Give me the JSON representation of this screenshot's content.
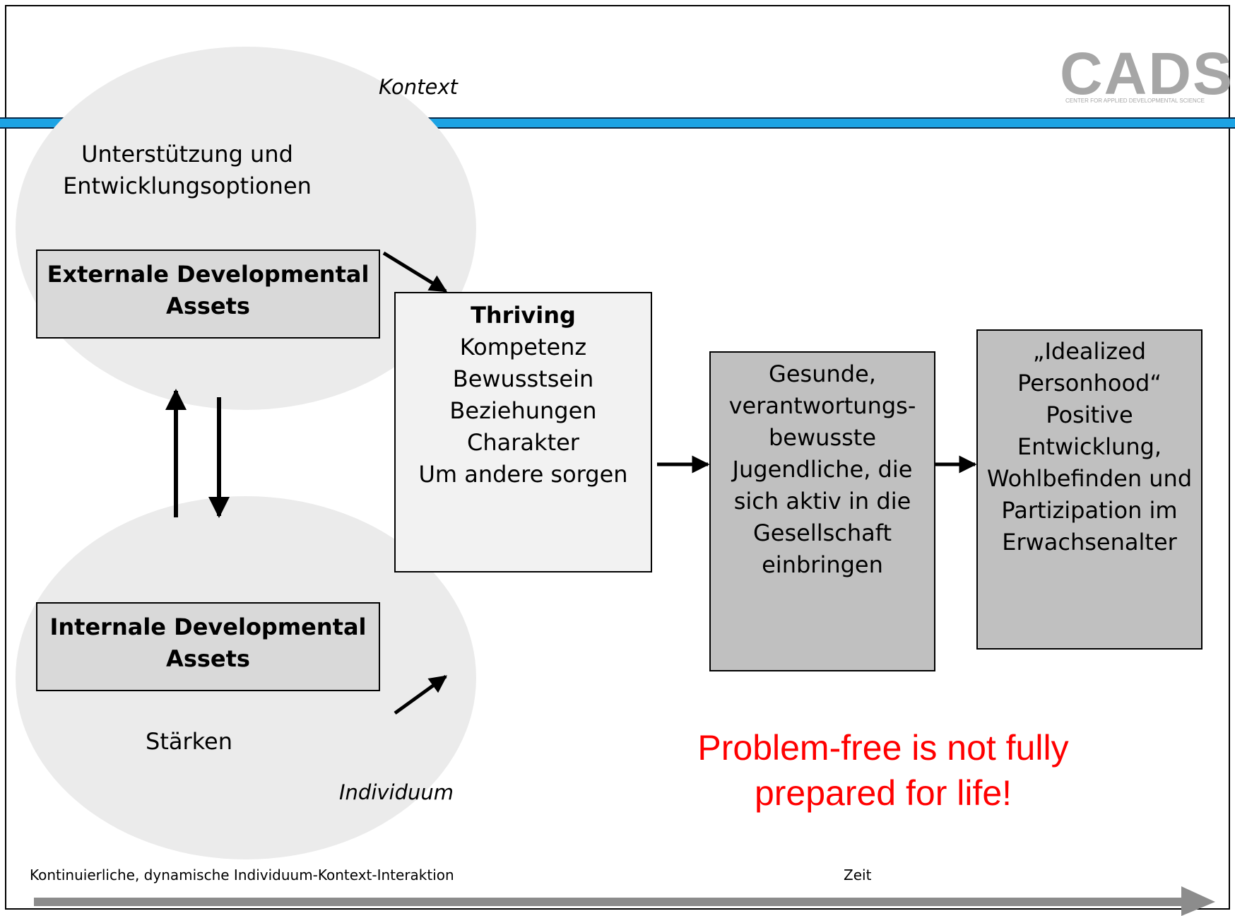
{
  "logo": {
    "text": "CADS",
    "subtitle": "CENTER FOR APPLIED DEVELOPMENTAL SCIENCE"
  },
  "labels": {
    "kontext": "Kontext",
    "unterstuetzung_line1": "Unterstützung und",
    "unterstuetzung_line2": "Entwicklungsoptionen",
    "individuum": "Individuum",
    "staerken": "Stärken"
  },
  "boxes": {
    "external": {
      "line1": "Externale Developmental",
      "line2": "Assets"
    },
    "internal": {
      "line1": "Internale Developmental",
      "line2": "Assets"
    },
    "thriving": {
      "title": "Thriving",
      "items": [
        "Kompetenz",
        "Bewusstsein",
        "Beziehungen",
        "Charakter",
        "Um andere sorgen"
      ]
    },
    "youth": {
      "lines": [
        "Gesunde,",
        "verantwortungs-",
        "bewusste",
        "Jugendliche, die",
        "sich aktiv in die",
        "Gesellschaft",
        "einbringen"
      ]
    },
    "idealized": {
      "lines": [
        "„Idealized",
        "Personhood“",
        "Positive",
        "Entwicklung,",
        "Wohlbefinden und",
        "Partizipation im",
        "Erwachsenalter"
      ]
    }
  },
  "slogan": {
    "line1": "Problem-free is not fully",
    "line2": "prepared for life!"
  },
  "footer": {
    "left": "Kontinuierliche, dynamische Individuum-Kontext-Interaktion",
    "right": "Zeit"
  },
  "colors": {
    "accent_bar": "#1ca3e4",
    "slogan": "#ff0000",
    "ellipse": "#ebebeb",
    "logo": "#a6a6a6"
  }
}
